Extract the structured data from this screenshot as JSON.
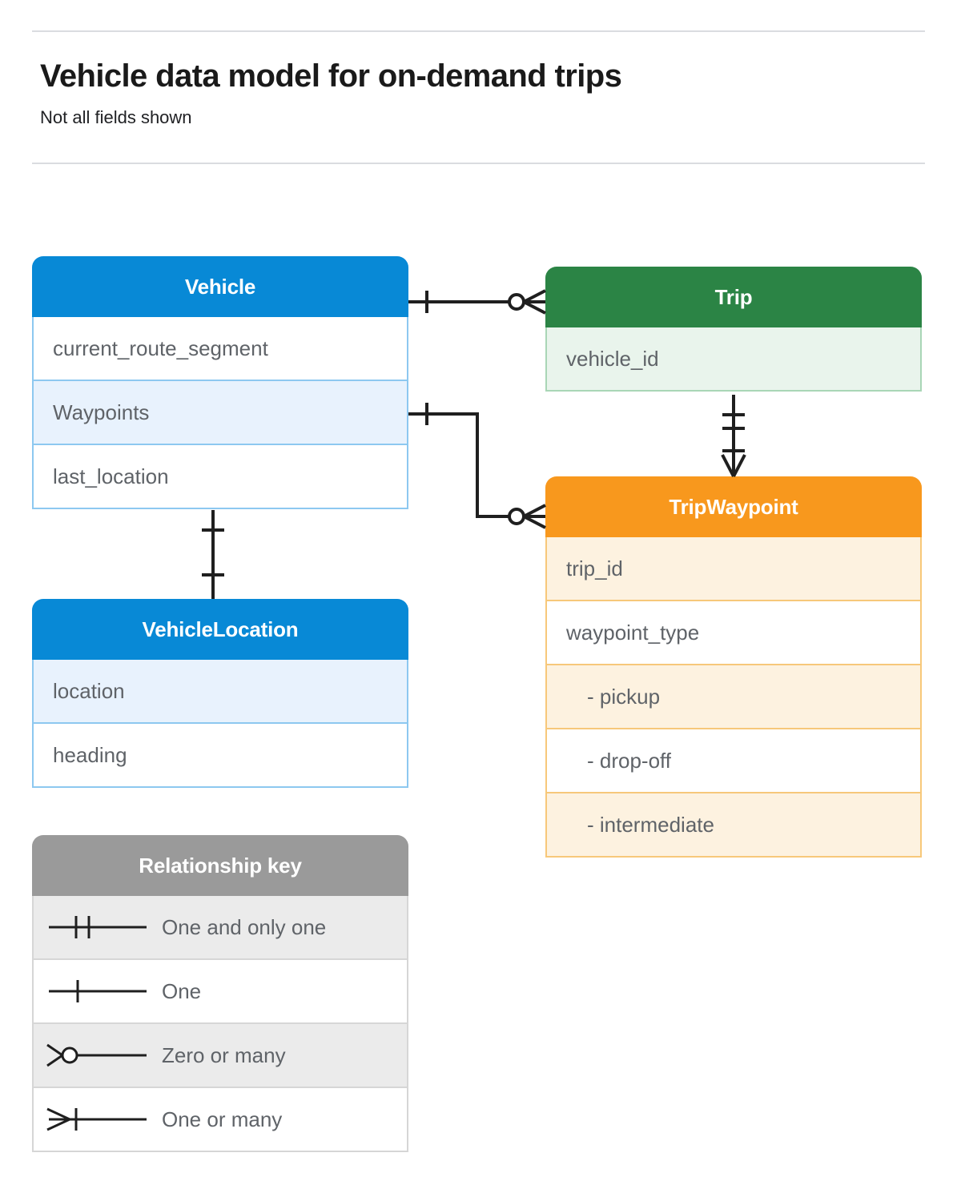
{
  "header": {
    "title": "Vehicle data model for on-demand trips",
    "subtitle": "Not all fields shown"
  },
  "entities": [
    {
      "id": "vehicle",
      "name": "Vehicle",
      "color": "#0889d6",
      "fields": [
        "current_route_segment",
        "Waypoints",
        "last_location"
      ]
    },
    {
      "id": "trip",
      "name": "Trip",
      "color": "#2b8445",
      "fields": [
        "vehicle_id"
      ]
    },
    {
      "id": "tripwaypoint",
      "name": "TripWaypoint",
      "color": "#f8981d",
      "fields": [
        "trip_id",
        "waypoint_type",
        "-  pickup",
        "-  drop-off",
        "-  intermediate"
      ]
    },
    {
      "id": "vehiclelocation",
      "name": "VehicleLocation",
      "color": "#0889d6",
      "fields": [
        "location",
        "heading"
      ]
    }
  ],
  "legend": {
    "title": "Relationship key",
    "color": "#9a9a9a",
    "rows": [
      {
        "symbol": "one-and-only-one-icon",
        "label": "One and only one"
      },
      {
        "symbol": "one-icon",
        "label": "One"
      },
      {
        "symbol": "zero-or-many-icon",
        "label": "Zero or many"
      },
      {
        "symbol": "one-or-many-icon",
        "label": "One or many"
      }
    ]
  },
  "relationships": [
    {
      "from": "Vehicle",
      "to": "Trip",
      "from_cardinality": "One",
      "to_cardinality": "Zero or many"
    },
    {
      "from": "Vehicle.Waypoints",
      "to": "TripWaypoint",
      "from_cardinality": "One",
      "to_cardinality": "Zero or many"
    },
    {
      "from": "Trip",
      "to": "TripWaypoint",
      "from_cardinality": "One and only one",
      "to_cardinality": "One or many"
    },
    {
      "from": "Vehicle",
      "to": "VehicleLocation",
      "from_cardinality": "One",
      "to_cardinality": "One"
    }
  ]
}
